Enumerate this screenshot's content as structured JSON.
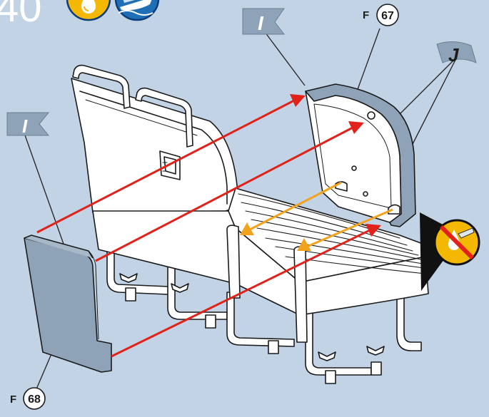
{
  "step": {
    "number": "40"
  },
  "flags": [
    {
      "id": "flag-top",
      "letter": "I"
    },
    {
      "id": "flag-left",
      "letter": "I"
    },
    {
      "id": "flag-right",
      "letter": "J"
    }
  ],
  "parts": [
    {
      "id": "part-top",
      "prefix": "F",
      "number": "67"
    },
    {
      "id": "part-bottom",
      "prefix": "F",
      "number": "68"
    }
  ],
  "icons": {
    "step_icons": [
      "oil-drop-icon",
      "boat-icon"
    ],
    "callout": "no-lubricant-icon"
  },
  "colors": {
    "background": "#c2d3e6",
    "part_fill": "#8ea3b8",
    "flag_fill": "#8ea3b8",
    "arrow_red": "#e0221a",
    "arrow_orange": "#f3a21e",
    "icon_yellow": "#f5b800",
    "icon_blue": "#1e6fb6"
  }
}
